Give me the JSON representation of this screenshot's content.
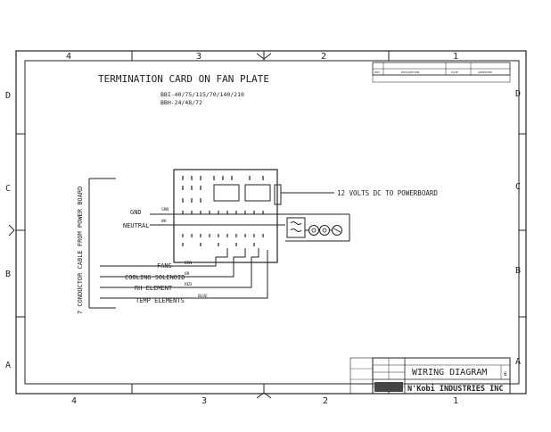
{
  "title": "TERMINATION CARD ON FAN PLATE",
  "models": [
    "BBI-40/75/115/70/140/210",
    "BBH-24/48/72"
  ],
  "cable_label": "7 CONDUCTOR CABLE FROM POWER BOARD",
  "pin_label": "12 VOLTS DC TO POWERBOARD",
  "signals": [
    {
      "label": "GND",
      "wire": "GRN"
    },
    {
      "label": "NEUTRAL",
      "wire": "WH"
    },
    {
      "label": "FANS",
      "wire": "BRN"
    },
    {
      "label": "COOLING SOLENOID",
      "wire": "OR"
    },
    {
      "label": "RH ELEMENT",
      "wire": "RED"
    },
    {
      "label": "TEMP ELEMENTS",
      "wire": "BLUE"
    }
  ],
  "border_columns": [
    "4",
    "3",
    "2",
    "1"
  ],
  "border_rows": [
    "D",
    "C",
    "B",
    "A"
  ],
  "titleblock": {
    "drawing_title": "WIRING DIAGRAM",
    "company": "N'Kobi INDUSTRIES INC",
    "sheet_no": "6",
    "rev_col_headers": [
      "REV",
      "DESCRIPTION",
      "DATE",
      "APPROVED"
    ]
  },
  "colors": {
    "ink": "#222222",
    "paper": "#ffffff"
  }
}
